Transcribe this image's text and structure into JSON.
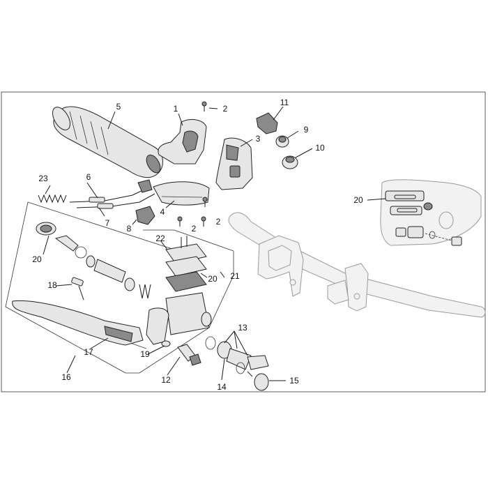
{
  "callouts": [
    {
      "id": "c1",
      "text": "1"
    },
    {
      "id": "c2a",
      "text": "2"
    },
    {
      "id": "c2b",
      "text": "2"
    },
    {
      "id": "c2c",
      "text": "2"
    },
    {
      "id": "c3",
      "text": "3"
    },
    {
      "id": "c4",
      "text": "4"
    },
    {
      "id": "c5",
      "text": "5"
    },
    {
      "id": "c6",
      "text": "6"
    },
    {
      "id": "c7",
      "text": "7"
    },
    {
      "id": "c8",
      "text": "8"
    },
    {
      "id": "c9",
      "text": "9"
    },
    {
      "id": "c10",
      "text": "10"
    },
    {
      "id": "c11",
      "text": "11"
    },
    {
      "id": "c12",
      "text": "12"
    },
    {
      "id": "c13",
      "text": "13"
    },
    {
      "id": "c14",
      "text": "14"
    },
    {
      "id": "c15",
      "text": "15"
    },
    {
      "id": "c16",
      "text": "16"
    },
    {
      "id": "c17",
      "text": "17"
    },
    {
      "id": "c18",
      "text": "18"
    },
    {
      "id": "c19",
      "text": "19"
    },
    {
      "id": "c20a",
      "text": "20"
    },
    {
      "id": "c20b",
      "text": "20"
    },
    {
      "id": "c20c",
      "text": "20"
    },
    {
      "id": "c21",
      "text": "21"
    },
    {
      "id": "c22",
      "text": "22"
    },
    {
      "id": "c23",
      "text": "23"
    }
  ]
}
